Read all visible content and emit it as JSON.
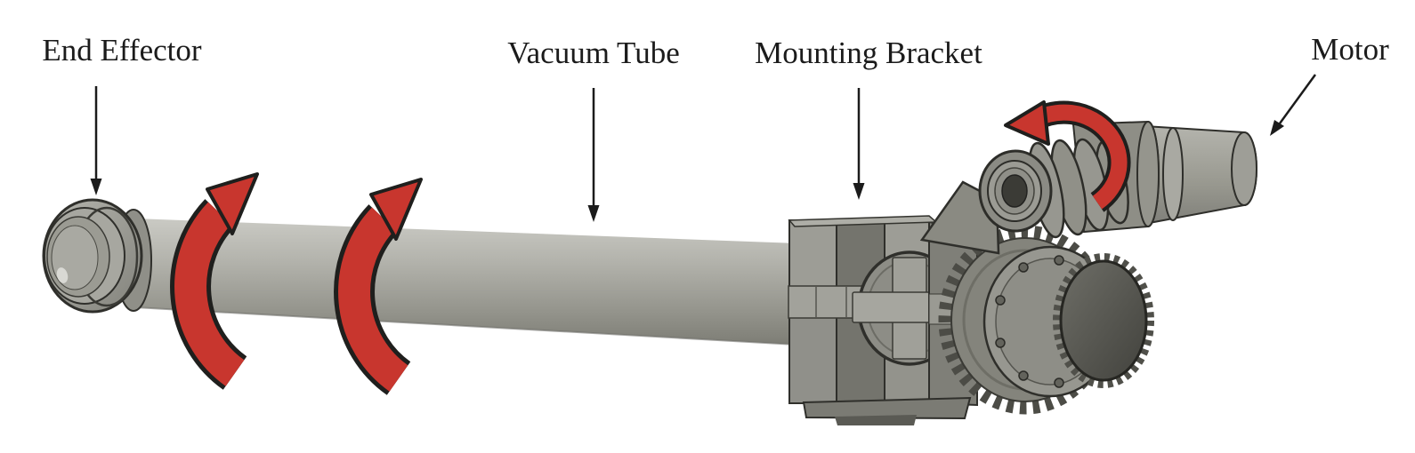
{
  "figure": {
    "description": "3D CAD rendering of a rotating vacuum tube assembly with callout labels",
    "background_color": "#ffffff"
  },
  "colors": {
    "label_text": "#1b1b1b",
    "leader_line": "#1b1b1b",
    "rotation_arrow_fill": "#c8362e",
    "rotation_arrow_outline": "#1f1f1d",
    "model_light_gray": "#c6c6c0",
    "model_mid_gray": "#a2a29b",
    "model_dark_gray": "#6f6f68"
  },
  "callouts": {
    "end_effector": {
      "text": "End Effector"
    },
    "vacuum_tube": {
      "text": "Vacuum Tube"
    },
    "mounting_bracket": {
      "text": "Mounting Bracket"
    },
    "motor": {
      "text": "Motor"
    }
  },
  "icons": {
    "rotation_arrow": "curved-rotation-arrow",
    "rotation_arrow_count": 3
  }
}
